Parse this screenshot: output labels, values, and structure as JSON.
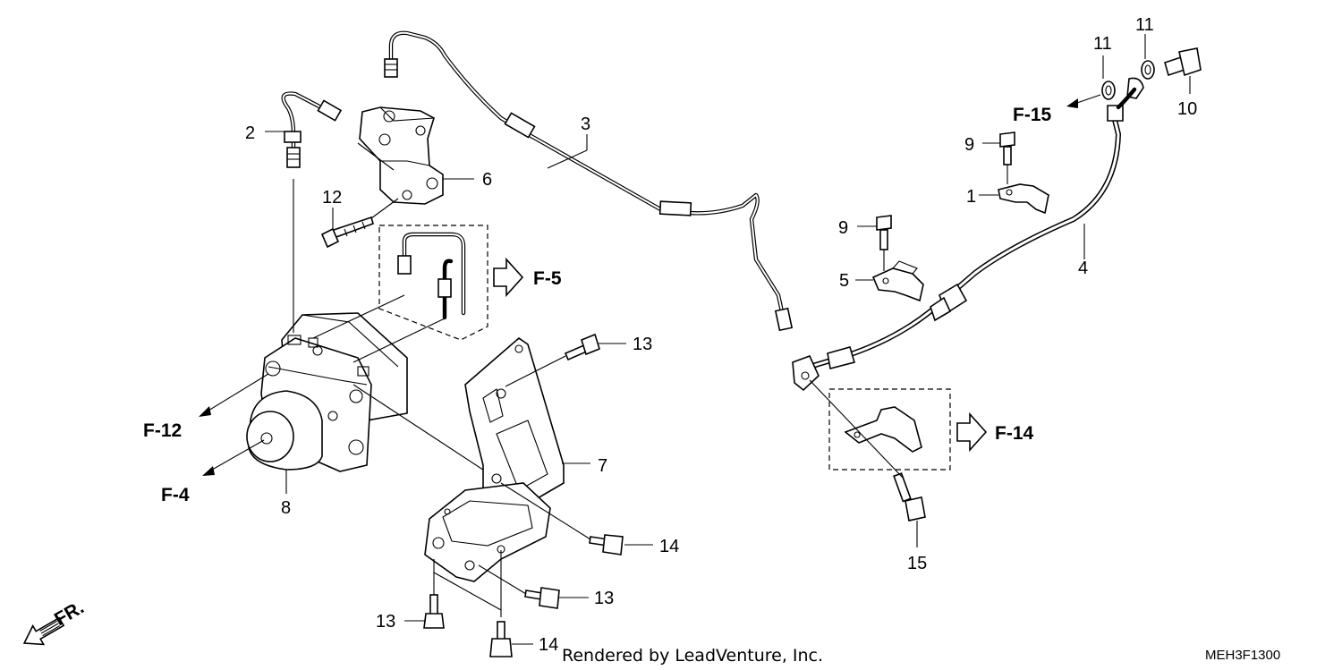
{
  "callouts": {
    "c1": "1",
    "c2": "2",
    "c3": "3",
    "c4": "4",
    "c5": "5",
    "c6": "6",
    "c7": "7",
    "c8": "8",
    "c9a": "9",
    "c9b": "9",
    "c10": "10",
    "c11a": "11",
    "c11b": "11",
    "c12": "12",
    "c13a": "13",
    "c13b": "13",
    "c13c": "13",
    "c14a": "14",
    "c14b": "14",
    "c15": "15"
  },
  "references": {
    "f5": "F-5",
    "f12": "F-12",
    "f4": "F-4",
    "f14": "F-14",
    "f15": "F-15",
    "fr": "FR."
  },
  "footer": {
    "credit": "Rendered by LeadVenture, Inc.",
    "diagram_code": "MEH3F1300"
  }
}
